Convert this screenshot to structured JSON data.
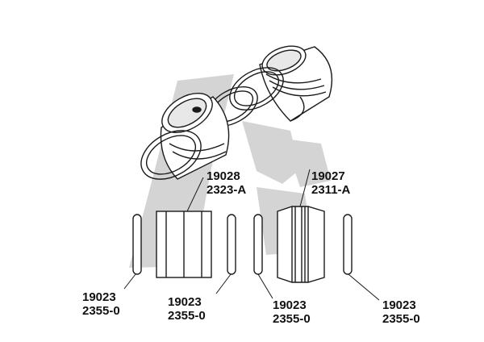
{
  "colors": {
    "line": "#1a1a1a",
    "watermark": "#d4d4d4",
    "fill": "#ffffff",
    "shade": "#e8e8e8"
  },
  "watermark": {
    "icon": "flow-logo-watermark"
  },
  "labels": [
    {
      "id": "retainer",
      "part": "19028",
      "code": "2323-A"
    },
    {
      "id": "seal-housing",
      "part": "19027",
      "code": "2311-A"
    },
    {
      "id": "oring-1",
      "part": "19023",
      "code": "2355-0"
    },
    {
      "id": "oring-2",
      "part": "19023",
      "code": "2355-0"
    },
    {
      "id": "oring-3",
      "part": "19023",
      "code": "2355-0"
    },
    {
      "id": "oring-4",
      "part": "19023",
      "code": "2355-0"
    }
  ]
}
